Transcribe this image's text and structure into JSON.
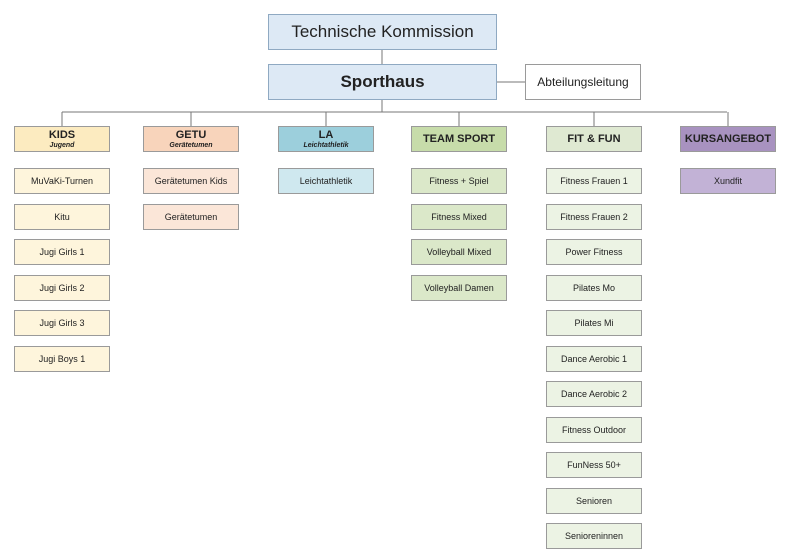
{
  "header": {
    "technische_kommission": "Technische Kommission",
    "sporthaus": "Sporthaus",
    "abteilungsleitung": "Abteilungsleitung"
  },
  "colors": {
    "top_fill": "#dde9f5",
    "line": "#777777"
  },
  "departments": [
    {
      "name": "KIDS",
      "subtitle": "Jugend",
      "header_color": "#fcebc0",
      "item_color": "#fef5dc",
      "items": [
        "MuVaKi-Turnen",
        "Kitu",
        "Jugi Girls 1",
        "Jugi Girls 2",
        "Jugi Girls 3",
        "Jugi Boys 1"
      ]
    },
    {
      "name": "GETU",
      "subtitle": "Gerätetumen",
      "header_color": "#f8d4bb",
      "item_color": "#fbe6d8",
      "items": [
        "Gerätetumen Kids",
        "Gerätetumen"
      ]
    },
    {
      "name": "LA",
      "subtitle": "Leichtathletik",
      "header_color": "#9ccfdc",
      "item_color": "#cfe8ef",
      "items": [
        "Leichtathletik"
      ]
    },
    {
      "name": "TEAM SPORT",
      "subtitle": "",
      "header_color": "#c7dcaa",
      "item_color": "#dbe8c9",
      "items": [
        "Fitness + Spiel",
        "Fitness Mixed",
        "Volleyball Mixed",
        "Volleyball Damen"
      ]
    },
    {
      "name": "FIT & FUN",
      "subtitle": "",
      "header_color": "#dfe9d2",
      "item_color": "#ecf3e4",
      "items": [
        "Fitness Frauen 1",
        "Fitness Frauen 2",
        "Power Fitness",
        "Pilates Mo",
        "Pilates Mi",
        "Dance Aerobic 1",
        "Dance Aerobic 2",
        "Fitness Outdoor",
        "FunNess 50+",
        "Senioren",
        "Senioreninnen"
      ]
    },
    {
      "name": "KURSANGEBOT",
      "subtitle": "",
      "header_color": "#a892c0",
      "item_color": "#c2b2d6",
      "items": [
        "Xundfit"
      ]
    }
  ]
}
